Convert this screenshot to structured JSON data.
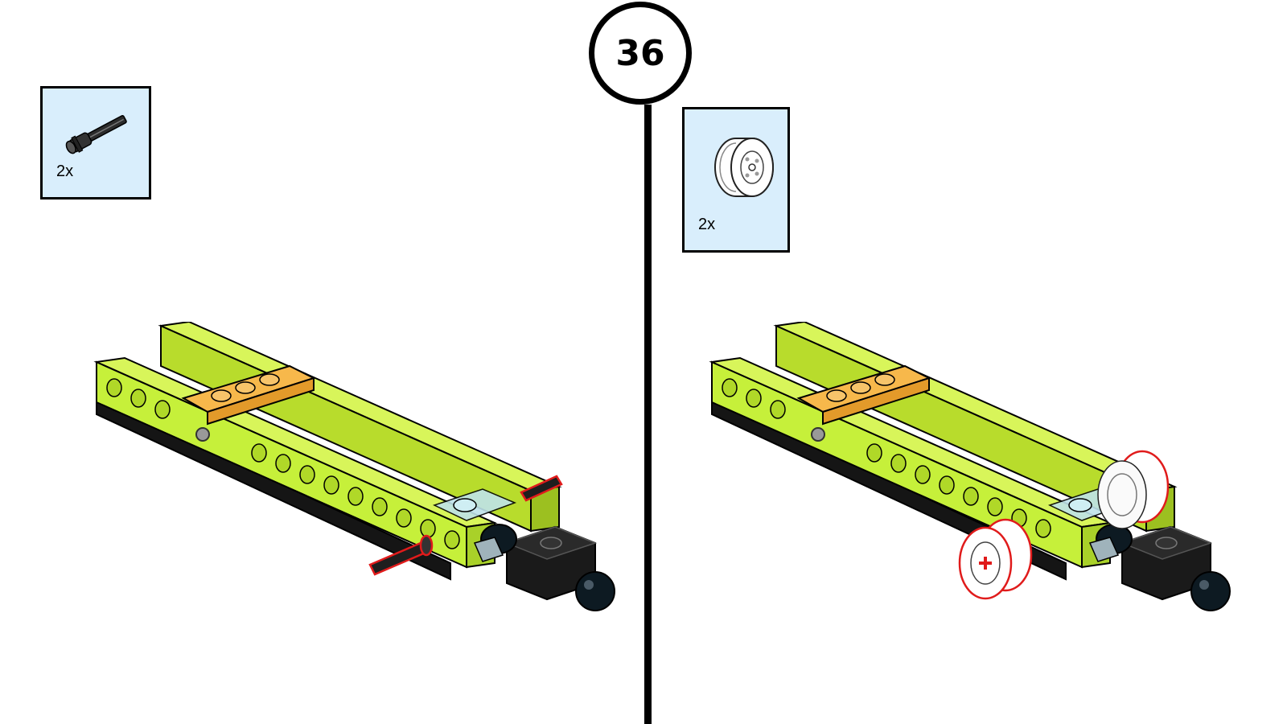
{
  "step": {
    "number": "36"
  },
  "parts_left": {
    "quantity": "2x",
    "icon": "axle-pin-icon"
  },
  "parts_right": {
    "quantity": "2x",
    "icon": "wheel-rim-icon"
  },
  "colors": {
    "callout_bg": "#d9eefc",
    "lime": "#c6f03a",
    "plate": "#f7b84b",
    "highlight": "#e01b1b",
    "divider": "#000000"
  }
}
